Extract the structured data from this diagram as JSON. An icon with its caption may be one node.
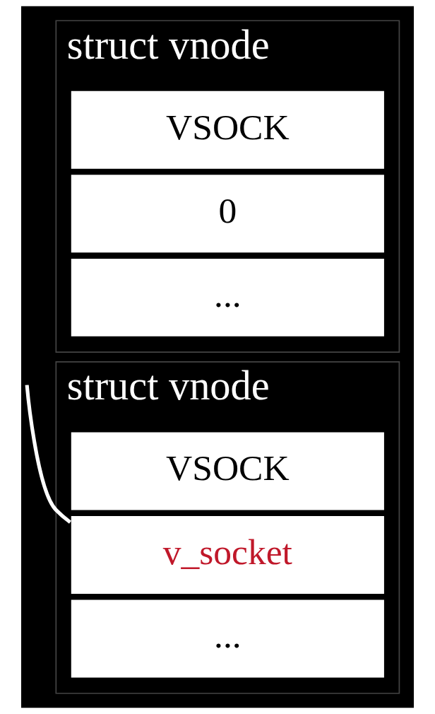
{
  "diagram": {
    "nodes": [
      {
        "text": [
          "struct vnode"
        ]
      },
      {
        "text": [
          "VSOCK"
        ],
        "in": 0
      },
      {
        "text": [
          "0"
        ],
        "in": 0
      },
      {
        "text": [
          "..."
        ],
        "in": 0
      },
      {
        "text": [
          "struct vnode"
        ]
      },
      {
        "text": [
          "VSOCK"
        ],
        "in": 4
      },
      {
        "text": [
          "v_socket"
        ],
        "in": 4
      },
      {
        "text": [
          "..."
        ],
        "in": 4
      }
    ],
    "edges": [
      {
        "from": null,
        "to": 6,
        "arrow": "none"
      }
    ]
  }
}
